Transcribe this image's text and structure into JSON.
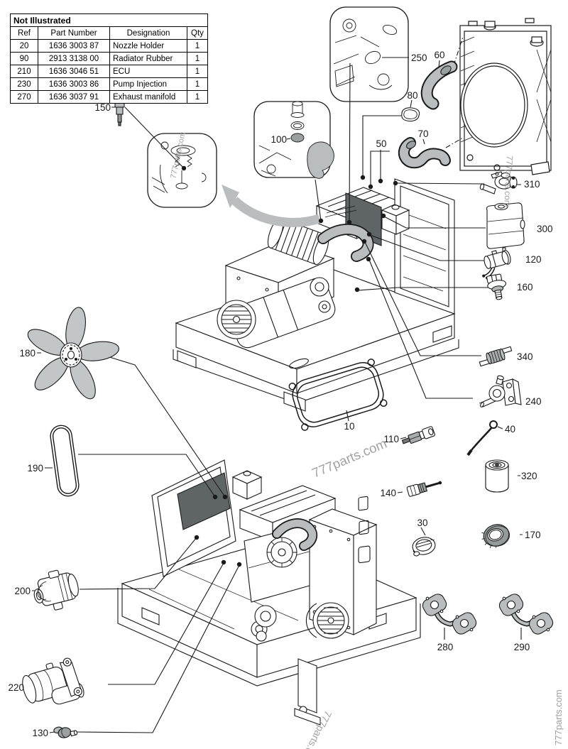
{
  "table": {
    "title": "Not Illustrated",
    "headers": [
      "Ref",
      "Part Number",
      "Designation",
      "Qty"
    ],
    "rows": [
      [
        "20",
        "1636 3003 87",
        "Nozzle Holder",
        "1"
      ],
      [
        "90",
        "2913 3138 00",
        "Radiator Rubber",
        "1"
      ],
      [
        "210",
        "1636 3046 51",
        "ECU",
        "1"
      ],
      [
        "230",
        "1636 3003 86",
        "Pump Injection",
        "1"
      ],
      [
        "270",
        "1636 3037 91",
        "Exhaust manifold",
        "1"
      ]
    ]
  },
  "callouts": [
    {
      "label": "150"
    },
    {
      "label": "100"
    },
    {
      "label": "250"
    },
    {
      "label": "60"
    },
    {
      "label": "80"
    },
    {
      "label": "70"
    },
    {
      "label": "50"
    },
    {
      "label": "310"
    },
    {
      "label": "300"
    },
    {
      "label": "120"
    },
    {
      "label": "160"
    },
    {
      "label": "340"
    },
    {
      "label": "240"
    },
    {
      "label": "40"
    },
    {
      "label": "320"
    },
    {
      "label": "170"
    },
    {
      "label": "110"
    },
    {
      "label": "140"
    },
    {
      "label": "30"
    },
    {
      "label": "10"
    },
    {
      "label": "180"
    },
    {
      "label": "190"
    },
    {
      "label": "200"
    },
    {
      "label": "220"
    },
    {
      "label": "130"
    },
    {
      "label": "280"
    },
    {
      "label": "290"
    }
  ],
  "watermarks": [
    {
      "text": "777parts.com"
    },
    {
      "text": "777parts.com"
    },
    {
      "text": "777parts.com"
    },
    {
      "text": "777parts.com"
    },
    {
      "text": "777parts.com"
    }
  ],
  "colors": {
    "line": "#1a1a1a",
    "part_gray": "#b9bdbd",
    "dark_gray": "#5f6565",
    "watermark": "#979797"
  }
}
